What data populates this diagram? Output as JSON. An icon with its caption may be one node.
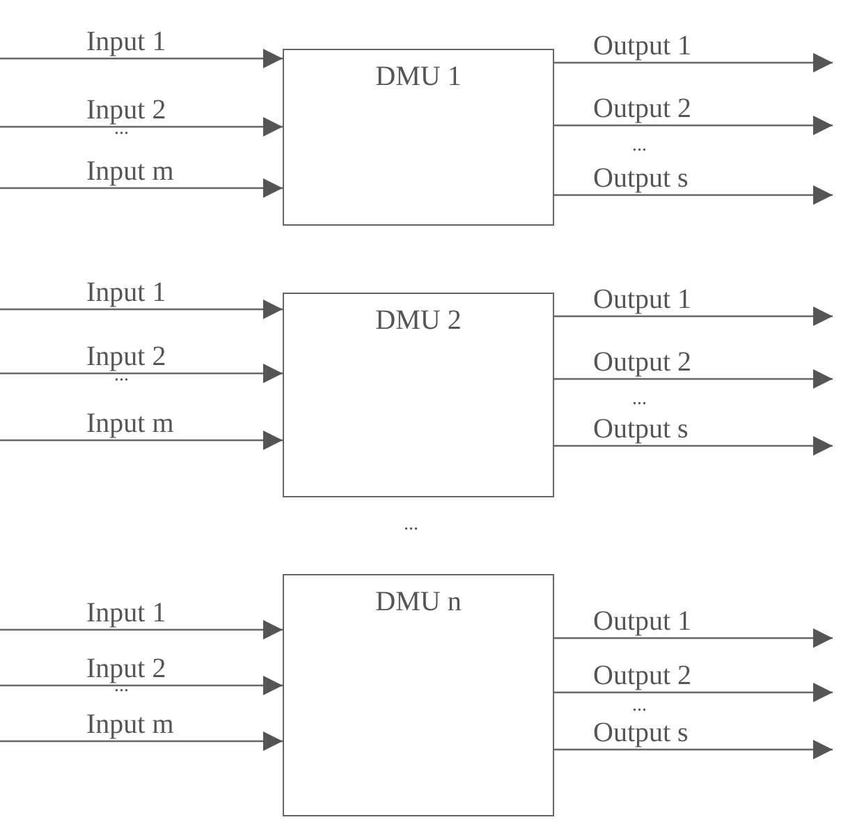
{
  "diagram": {
    "nodes": [
      {
        "text": [
          "DMU 1"
        ]
      },
      {
        "text": [
          "DMU 2"
        ]
      },
      {
        "text": [
          "DMU n"
        ]
      }
    ],
    "edges": [
      {
        "from": null,
        "to": 0,
        "arrow": "to",
        "label": "Input 1"
      },
      {
        "from": null,
        "to": 0,
        "arrow": "to",
        "label": "Input 2"
      },
      {
        "from": null,
        "to": 0,
        "arrow": "to",
        "label": "Input  m"
      },
      {
        "from": 0,
        "to": null,
        "arrow": "to",
        "label": "Output 1"
      },
      {
        "from": 0,
        "to": null,
        "arrow": "to",
        "label": "Output 2"
      },
      {
        "from": 0,
        "to": null,
        "arrow": "to",
        "label": "Output s"
      },
      {
        "from": null,
        "to": 1,
        "arrow": "to",
        "label": "Input 1"
      },
      {
        "from": null,
        "to": 1,
        "arrow": "to",
        "label": "Input 2"
      },
      {
        "from": null,
        "to": 1,
        "arrow": "to",
        "label": "Input  m"
      },
      {
        "from": 1,
        "to": null,
        "arrow": "to",
        "label": "Output 1"
      },
      {
        "from": 1,
        "to": null,
        "arrow": "to",
        "label": "Output 2"
      },
      {
        "from": 1,
        "to": null,
        "arrow": "to",
        "label": "Output s"
      },
      {
        "from": null,
        "to": 2,
        "arrow": "to",
        "label": "Input 1"
      },
      {
        "from": null,
        "to": 2,
        "arrow": "to",
        "label": "Input 2"
      },
      {
        "from": null,
        "to": 2,
        "arrow": "to",
        "label": "Input  m"
      },
      {
        "from": 2,
        "to": null,
        "arrow": "to",
        "label": "Output 1"
      },
      {
        "from": 2,
        "to": null,
        "arrow": "to",
        "label": "Output 2"
      },
      {
        "from": 2,
        "to": null,
        "arrow": "to",
        "label": "Output s"
      }
    ],
    "labels": [
      "...",
      "...",
      "...",
      "...",
      "...",
      "...",
      "..."
    ]
  }
}
